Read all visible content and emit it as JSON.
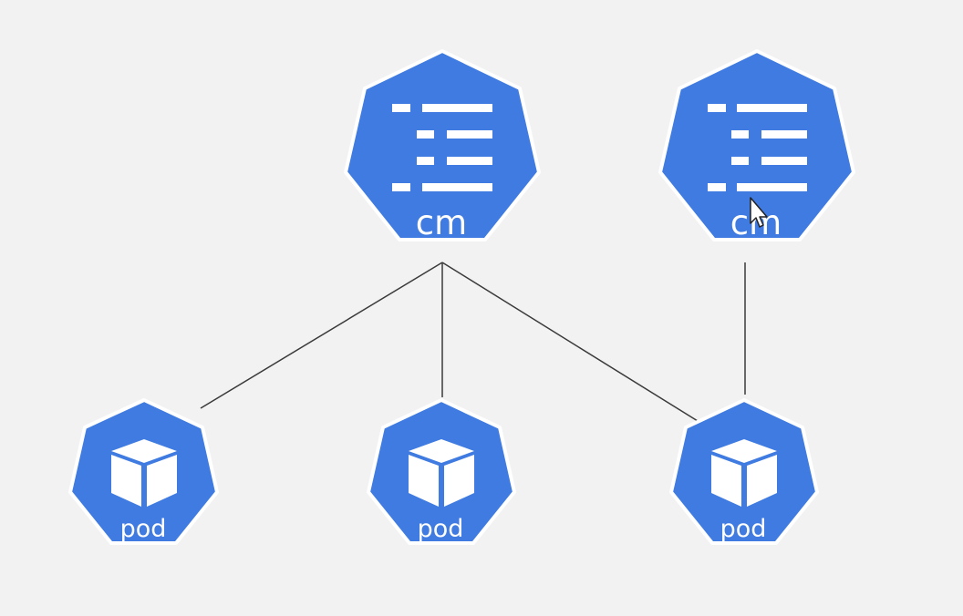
{
  "diagram": {
    "colors": {
      "background": "#f2f2f2",
      "node_fill": "#3f7be0",
      "node_stroke": "#ffffff",
      "edge": "#3a3a3a",
      "icon": "#ffffff"
    },
    "nodes": [
      {
        "id": "cm-1",
        "label": "cm",
        "kind": "configmap",
        "icon": "list-icon"
      },
      {
        "id": "cm-2",
        "label": "cm",
        "kind": "configmap",
        "icon": "list-icon"
      },
      {
        "id": "pod-1",
        "label": "pod",
        "kind": "pod",
        "icon": "cube-icon"
      },
      {
        "id": "pod-2",
        "label": "pod",
        "kind": "pod",
        "icon": "cube-icon"
      },
      {
        "id": "pod-3",
        "label": "pod",
        "kind": "pod",
        "icon": "cube-icon"
      }
    ],
    "edges": [
      {
        "from": "cm-1",
        "to": "pod-1"
      },
      {
        "from": "cm-1",
        "to": "pod-2"
      },
      {
        "from": "cm-1",
        "to": "pod-3"
      },
      {
        "from": "cm-2",
        "to": "pod-3"
      }
    ],
    "cursor": {
      "icon": "mouse-pointer-icon"
    }
  }
}
